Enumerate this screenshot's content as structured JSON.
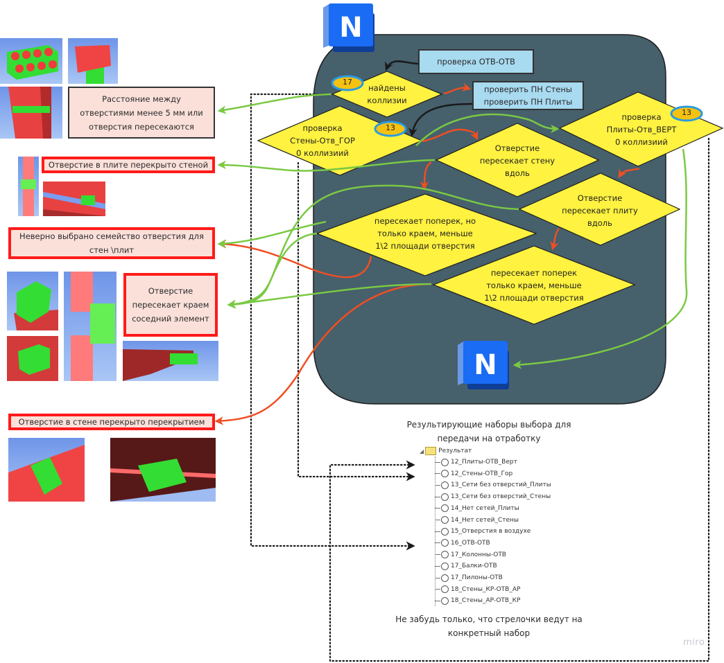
{
  "board": {
    "watermark": "miro",
    "colors": {
      "panel": "#46606c",
      "diamond": "#fff240",
      "yes_arrow": "#7ac943",
      "no_arrow": "#f04e23",
      "flow_arrow": "#1a1a1a",
      "badge": "#f5c211",
      "badge_ring": "#2b9be0",
      "note_bg": "#fbe0da",
      "note_border_red": "#ff1a1a",
      "process_box": "#a8daf0",
      "navisworks_blue": "#1a6cf5"
    }
  },
  "logos": [
    {
      "icon": "navisworks-logo-icon",
      "letter": "N",
      "position": "top"
    },
    {
      "icon": "navisworks-logo-icon",
      "letter": "N",
      "position": "bottom"
    }
  ],
  "process_boxes": {
    "check_holes": "проверка ОТВ-ОТВ",
    "check_pn_line1": "проверить ПН Стены",
    "check_pn_line2": "проверить ПН Плиты"
  },
  "decisions": {
    "found": {
      "lines": [
        "найдены",
        "коллизии"
      ],
      "badge": "17"
    },
    "walls_hor": {
      "lines": [
        "проверка",
        "Стены-Отв_ГОР",
        "0 коллизиий"
      ],
      "badge": "13"
    },
    "slabs_vert": {
      "lines": [
        "проверка",
        "Плиты-Отв_ВЕРТ",
        "0 коллизиий"
      ],
      "badge": "13"
    },
    "along_wall": {
      "lines": [
        "Отверстие",
        "пересекает стену",
        "вдоль"
      ]
    },
    "along_slab": {
      "lines": [
        "Отверстие",
        "пересекает плиту",
        "вдоль"
      ]
    },
    "across_edge_but": {
      "lines": [
        "пересекает поперек, но",
        "только краем, меньше",
        "1\\2 площади отверстия"
      ]
    },
    "across_edge": {
      "lines": [
        "пересекает поперек",
        "только краем, меньше",
        "1\\2 площади отверстия"
      ]
    }
  },
  "notes": {
    "distance": "Расстояние между отверстиями менее 5 мм или отверстия пересекаются",
    "slab_covered": "Отверстие в плите перекрыто стеной",
    "wrong_family": "Неверно выбрано семейство отверстия для стен \\плит",
    "edge_neighbor": "Отверстие пересекает краем соседний элемент",
    "wall_covered": "Отверстие в стене перекрыто перекрытием"
  },
  "result": {
    "title": "Результирующие наборы выбора для передачи на отработку",
    "root_label": "Результат",
    "items": [
      "12_Плиты-ОТВ_Верт",
      "12_Стены-ОТВ_Гор",
      "13_Сети без отверстий_Плиты",
      "13_Сети без отверстий_Стены",
      "14_Нет сетей_Плиты",
      "14_Нет сетей_Стены",
      "15_Отверстия в воздухе",
      "16_ОТВ-ОТВ",
      "17_Колонны-ОТВ",
      "17_Балки-ОТВ",
      "17_Пилоны-ОТВ",
      "18_Стены_КР-ОТВ_АР",
      "18_Стены_АР-ОТВ_КР"
    ],
    "footer": "Не забудь только, что стрелочки ведут на конкретный набор"
  }
}
